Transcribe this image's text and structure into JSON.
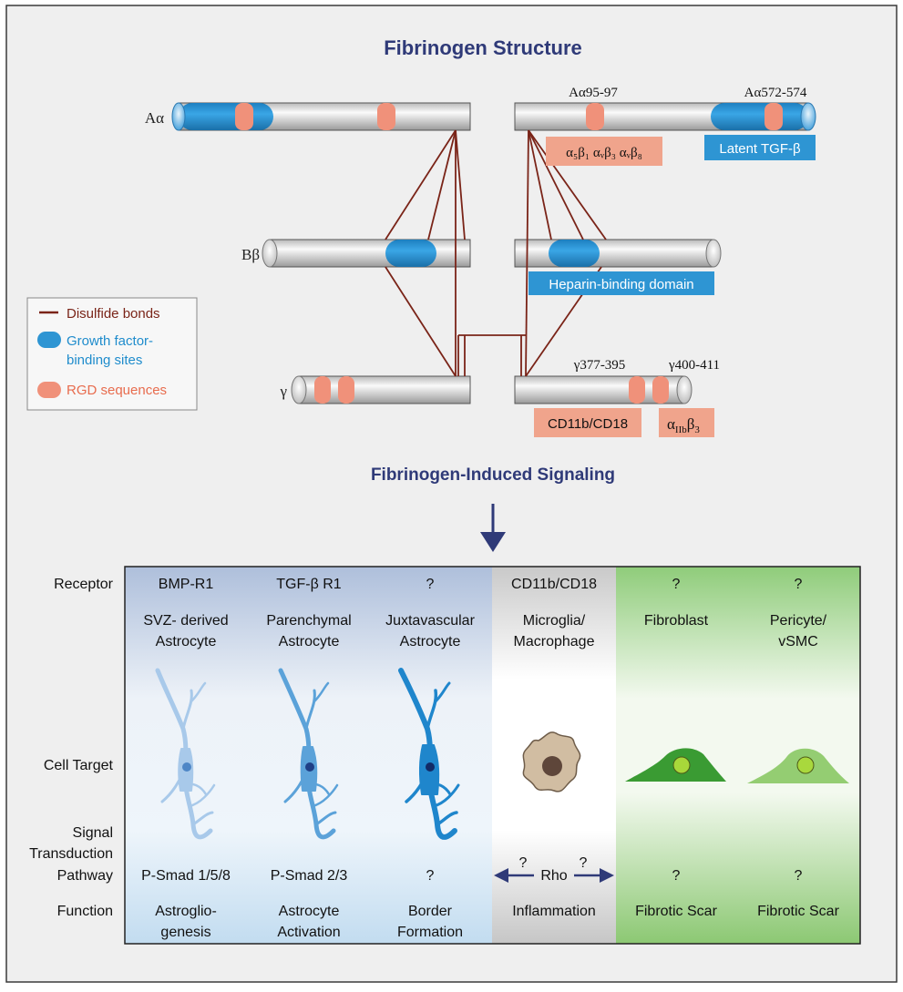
{
  "title": "Fibrinogen Structure",
  "subtitle": "Fibrinogen-Induced Signaling",
  "chains": [
    {
      "id": "alpha",
      "label": "Aα"
    },
    {
      "id": "beta",
      "label": "Bβ"
    },
    {
      "id": "gamma",
      "label": "γ"
    }
  ],
  "site_labels": {
    "a95": "Aα95-97",
    "a572": "Aα572-574",
    "g377": "γ377-395",
    "g400": "γ400-411"
  },
  "boxes": {
    "integrins": "α₅β₁ αᵥβ₃ αᵥβ₈",
    "tgf": "Latent TGF-β",
    "heparin": "Heparin-binding domain",
    "cd11b": "CD11b/CD18",
    "aiib": {
      "main_a": "α",
      "sub": "IIb",
      "main_b": "β",
      "sub2": "3"
    }
  },
  "legend": {
    "disulfide": "Disulfide bonds",
    "growth1": "Growth factor-",
    "growth2": "binding sites",
    "rgd": "RGD sequences"
  },
  "colors": {
    "blue": "#2e95d3",
    "salmon": "#f0917a",
    "bond": "#7a2418",
    "navy": "#2f3a78",
    "green": "#3fae3c"
  },
  "rows": {
    "receptor": "Receptor",
    "cell_target": "Cell Target",
    "signal1": "Signal",
    "signal2": "Transduction",
    "signal3": "Pathway",
    "function": "Function"
  },
  "columns": [
    {
      "receptor": "BMP-R1",
      "cell1": "SVZ- derived",
      "cell2": "Astrocyte",
      "pathway": "P-Smad 1/5/8",
      "func1": "Astroglio-",
      "func2": "genesis"
    },
    {
      "receptor": "TGF-β R1",
      "cell1": "Parenchymal",
      "cell2": "Astrocyte",
      "pathway": "P-Smad 2/3",
      "func1": "Astrocyte",
      "func2": "Activation"
    },
    {
      "receptor": "?",
      "cell1": "Juxtavascular",
      "cell2": "Astrocyte",
      "pathway": "?",
      "func1": "Border",
      "func2": "Formation"
    },
    {
      "receptor": "CD11b/CD18",
      "cell1": "Microglia/",
      "cell2": "Macrophage",
      "pathway": "Rho",
      "func1": "Inflammation",
      "func2": ""
    },
    {
      "receptor": "?",
      "cell1": "Fibroblast",
      "cell2": "",
      "pathway": "?",
      "func1": "Fibrotic Scar",
      "func2": ""
    },
    {
      "receptor": "?",
      "cell1": "Pericyte/",
      "cell2": "vSMC",
      "pathway": "?",
      "func1": "Fibrotic Scar",
      "func2": ""
    }
  ],
  "rho_marks": {
    "left": "?",
    "right": "?"
  }
}
